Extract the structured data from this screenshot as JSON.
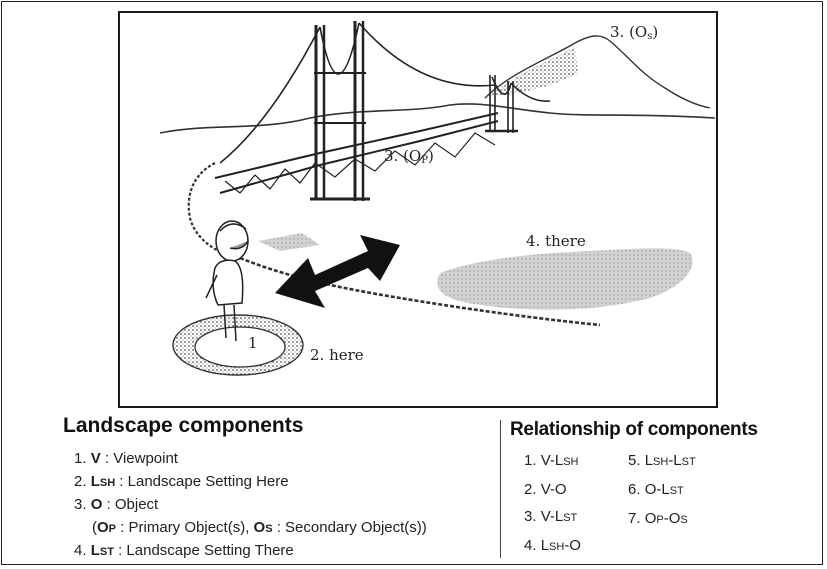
{
  "illustration": {
    "label_os": "3. (O",
    "label_os_sub": "s",
    "label_os_close": ")",
    "label_op": "3. (O",
    "label_op_sub": "P",
    "label_op_close": ")",
    "label_there": "4. there",
    "label_here": "2. here",
    "label_one": "1"
  },
  "left": {
    "title": "Landscape components",
    "items": [
      {
        "num": "1.",
        "key": "V",
        "key_sub": "",
        "text": " : Viewpoint"
      },
      {
        "num": "2.",
        "key": "L",
        "key_sub": "SH",
        "text": " : Landscape Setting Here"
      },
      {
        "num": "3.",
        "key": "O",
        "key_sub": "",
        "text": " : Object"
      },
      {
        "num": "4.",
        "key": "L",
        "key_sub": "ST",
        "text": " : Landscape Setting There"
      }
    ],
    "sub_open": "(",
    "sub_op_key": "O",
    "sub_op_sub": "P",
    "sub_op_text": " : Primary  Object(s), ",
    "sub_os_key": "O",
    "sub_os_sub": "S",
    "sub_os_text": " : Secondary Object(s))"
  },
  "right": {
    "title": "Relationship of components",
    "col1": [
      {
        "num": "1.",
        "a": "V-L",
        "a_sub": "SH"
      },
      {
        "num": "2.",
        "a": "V-O",
        "a_sub": ""
      },
      {
        "num": "3.",
        "a": "V-L",
        "a_sub": "ST"
      },
      {
        "num": "4.",
        "a": "L",
        "a_sub": "SH",
        "b": "-O"
      }
    ],
    "col2": [
      {
        "num": "5.",
        "a": "L",
        "a_sub": "SH",
        "b": "-L",
        "b_sub": "ST"
      },
      {
        "num": "6.",
        "a": "O-L",
        "a_sub": "ST"
      },
      {
        "num": "7.",
        "a": "O",
        "a_sub": "P",
        "b": "-O",
        "b_sub": "S"
      }
    ]
  }
}
